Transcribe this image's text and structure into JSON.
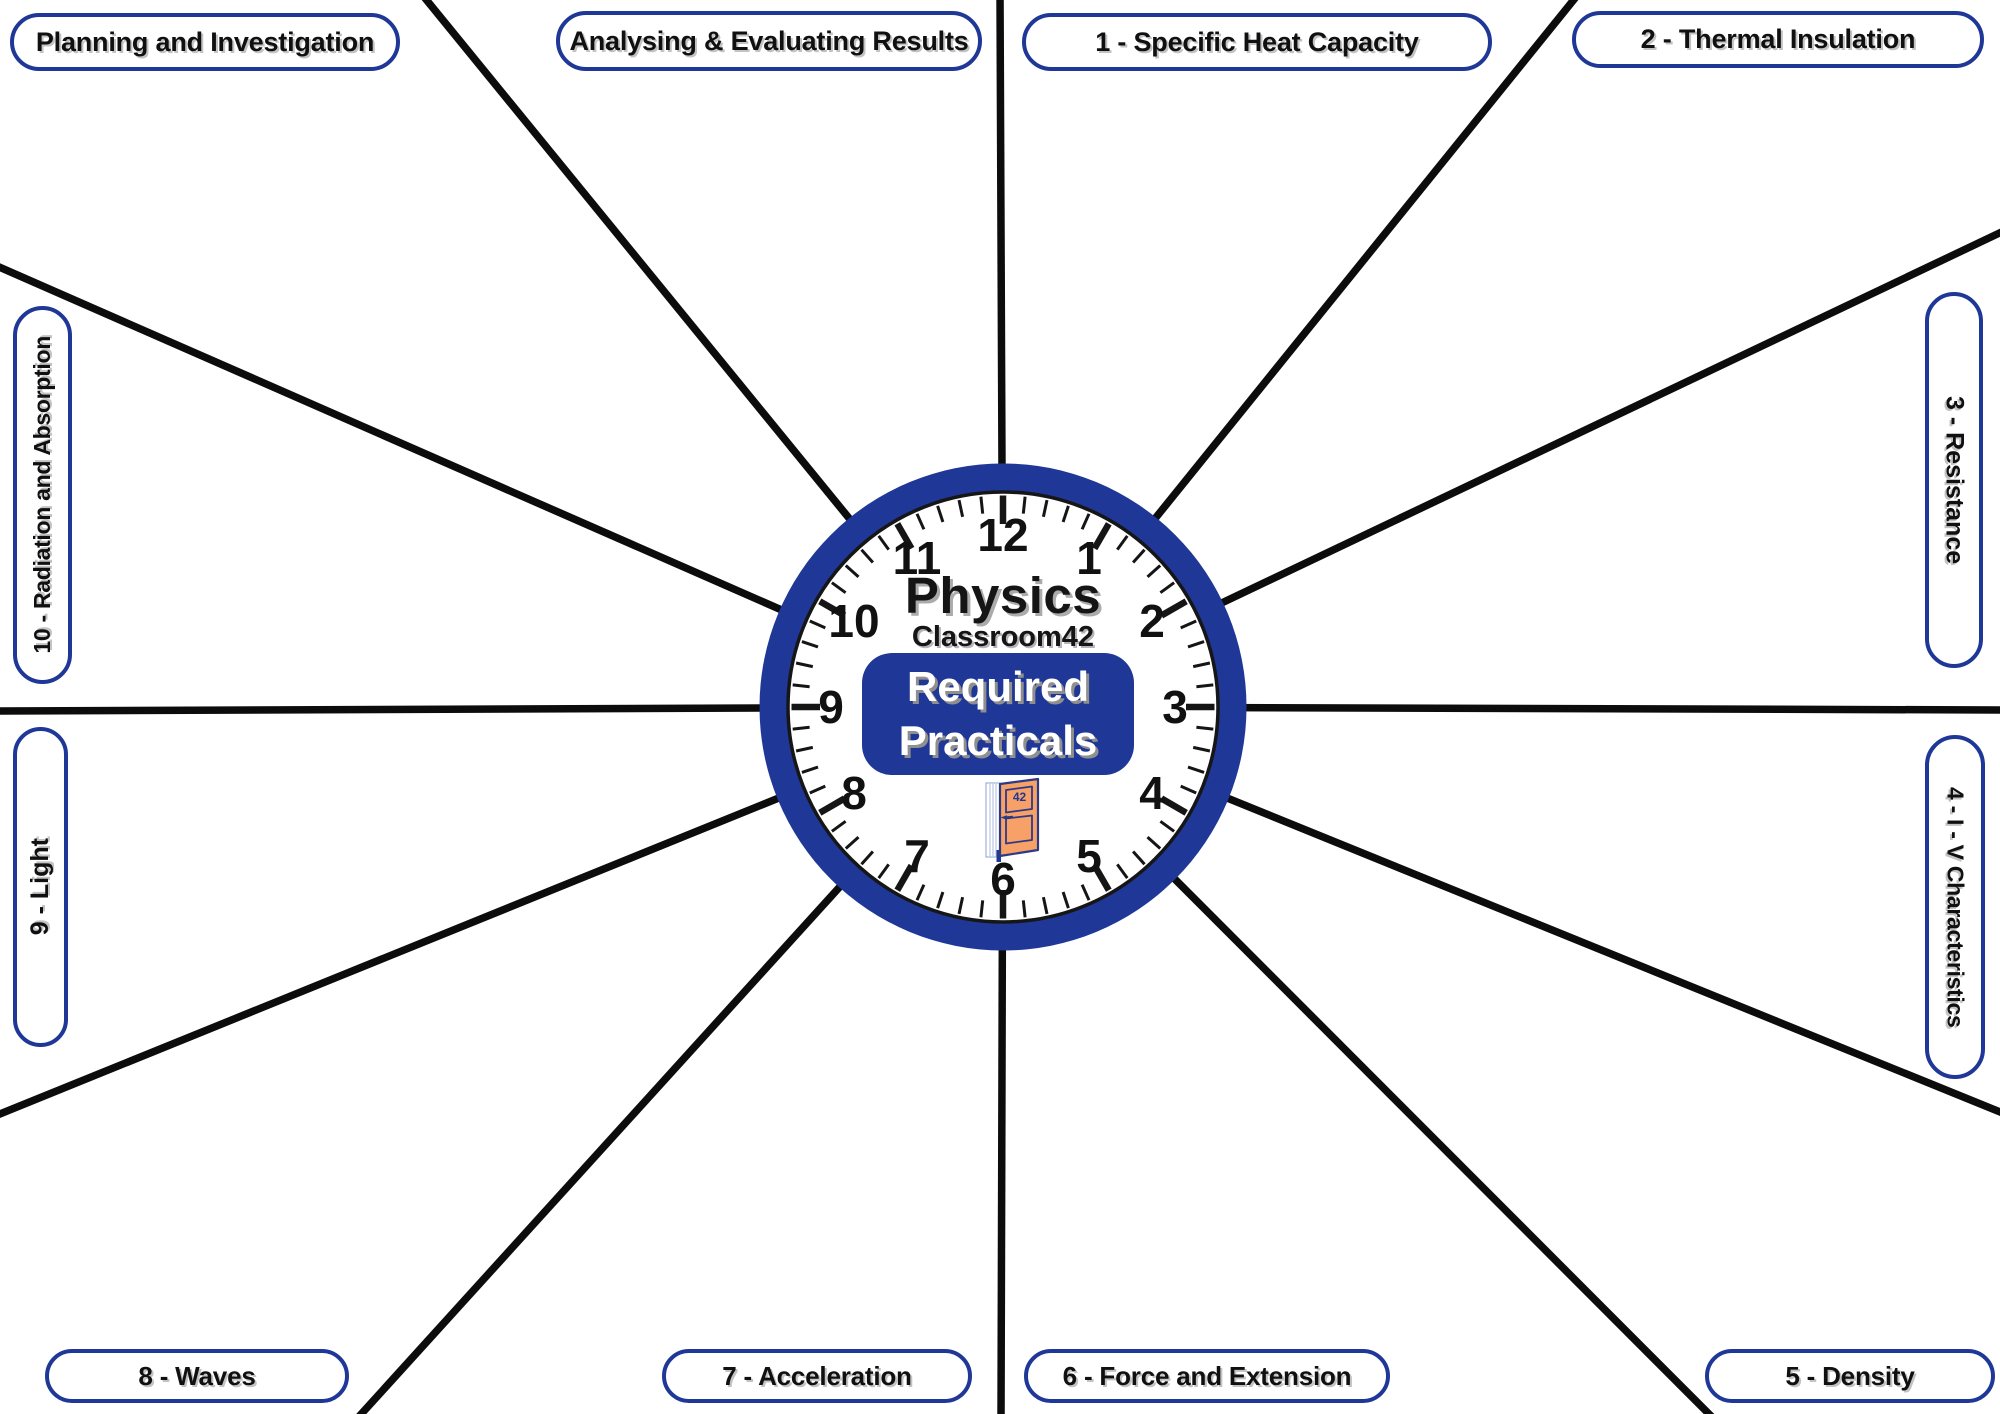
{
  "colors": {
    "blue": "#1F3796",
    "line": "#0c0c0c",
    "tick": "#151515",
    "number": "#111111",
    "door_orange": "#F7A169",
    "door_outline": "#2B3A85"
  },
  "clock": {
    "numbers": [
      "1",
      "2",
      "3",
      "4",
      "5",
      "6",
      "7",
      "8",
      "9",
      "10",
      "11",
      "12"
    ]
  },
  "center": {
    "title": "Physics",
    "subtitle": "Classroom42",
    "badge_line1": "Required",
    "badge_line2": "Practicals",
    "door_number": "42"
  },
  "labels": {
    "planning": "Planning and Investigation",
    "analysing": "Analysing & Evaluating Results",
    "practical_1": "1 - Specific Heat Capacity",
    "practical_2": "2 - Thermal Insulation",
    "practical_3": "3 - Resistance",
    "practical_4": "4 - I - V Characteristics",
    "practical_5": "5 - Density",
    "practical_6": "6 - Force and Extension",
    "practical_7": "7 - Acceleration",
    "practical_8": "8 - Waves",
    "practical_9": "9 - Light",
    "practical_10": "10 - Radiation and Absorption"
  }
}
